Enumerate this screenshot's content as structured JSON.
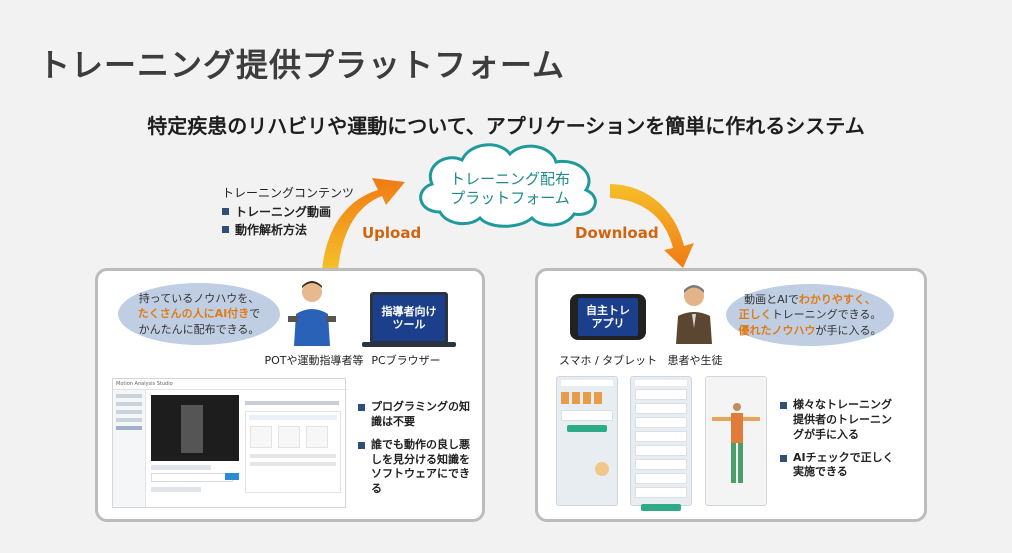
{
  "title": "トレーニング提供プラットフォーム",
  "subtitle": "特定疾患のリハビリや運動について、アプリケーションを簡単に作れるシステム",
  "cloud": {
    "line1": "トレーニング配布",
    "line2": "プラットフォーム"
  },
  "upload_label": "Upload",
  "download_label": "Download",
  "contents": {
    "heading": "トレーニングコンテンツ",
    "items": [
      "トレーニング動画",
      "動作解析方法"
    ]
  },
  "left_panel": {
    "bubble_line1": "持っているノウハウを、",
    "bubble_hl1": "たくさんの人にAI付き",
    "bubble_line2_tail": "で",
    "bubble_line3": "かんたんに配布できる。",
    "trainer_caption": "POTや運動指導者等",
    "pc_screen_line1": "指導者向け",
    "pc_screen_line2": "ツール",
    "pc_caption": "PCブラウザー",
    "app_title": "Motion Analysis Studio",
    "bullets": [
      "プログラミングの知識は不要",
      "誰でも動作の良し悪しを見分ける知識をソフトウェアにできる"
    ]
  },
  "right_panel": {
    "bubble_line1_pre": "動画とAIで",
    "bubble_hl1": "わかりやすく、",
    "bubble_hl2": "正しく",
    "bubble_line2_tail": "トレーニングできる。",
    "bubble_hl3": "優れたノウハウ",
    "bubble_line3_tail": "が手に入る。",
    "phone_screen_line1": "自主トレ",
    "phone_screen_line2": "アプリ",
    "phone_caption": "スマホ / タブレット",
    "patient_caption": "患者や生徒",
    "bullets": [
      "様々なトレーニング提供者のトレーニングが手に入る",
      "AIチェックで正しく実施できる"
    ]
  },
  "colors": {
    "accent_orange": "#e07b14",
    "cloud_teal": "#1e9a9a",
    "bubble_blue": "#bfcee3",
    "screen_blue": "#1b3f8b"
  }
}
